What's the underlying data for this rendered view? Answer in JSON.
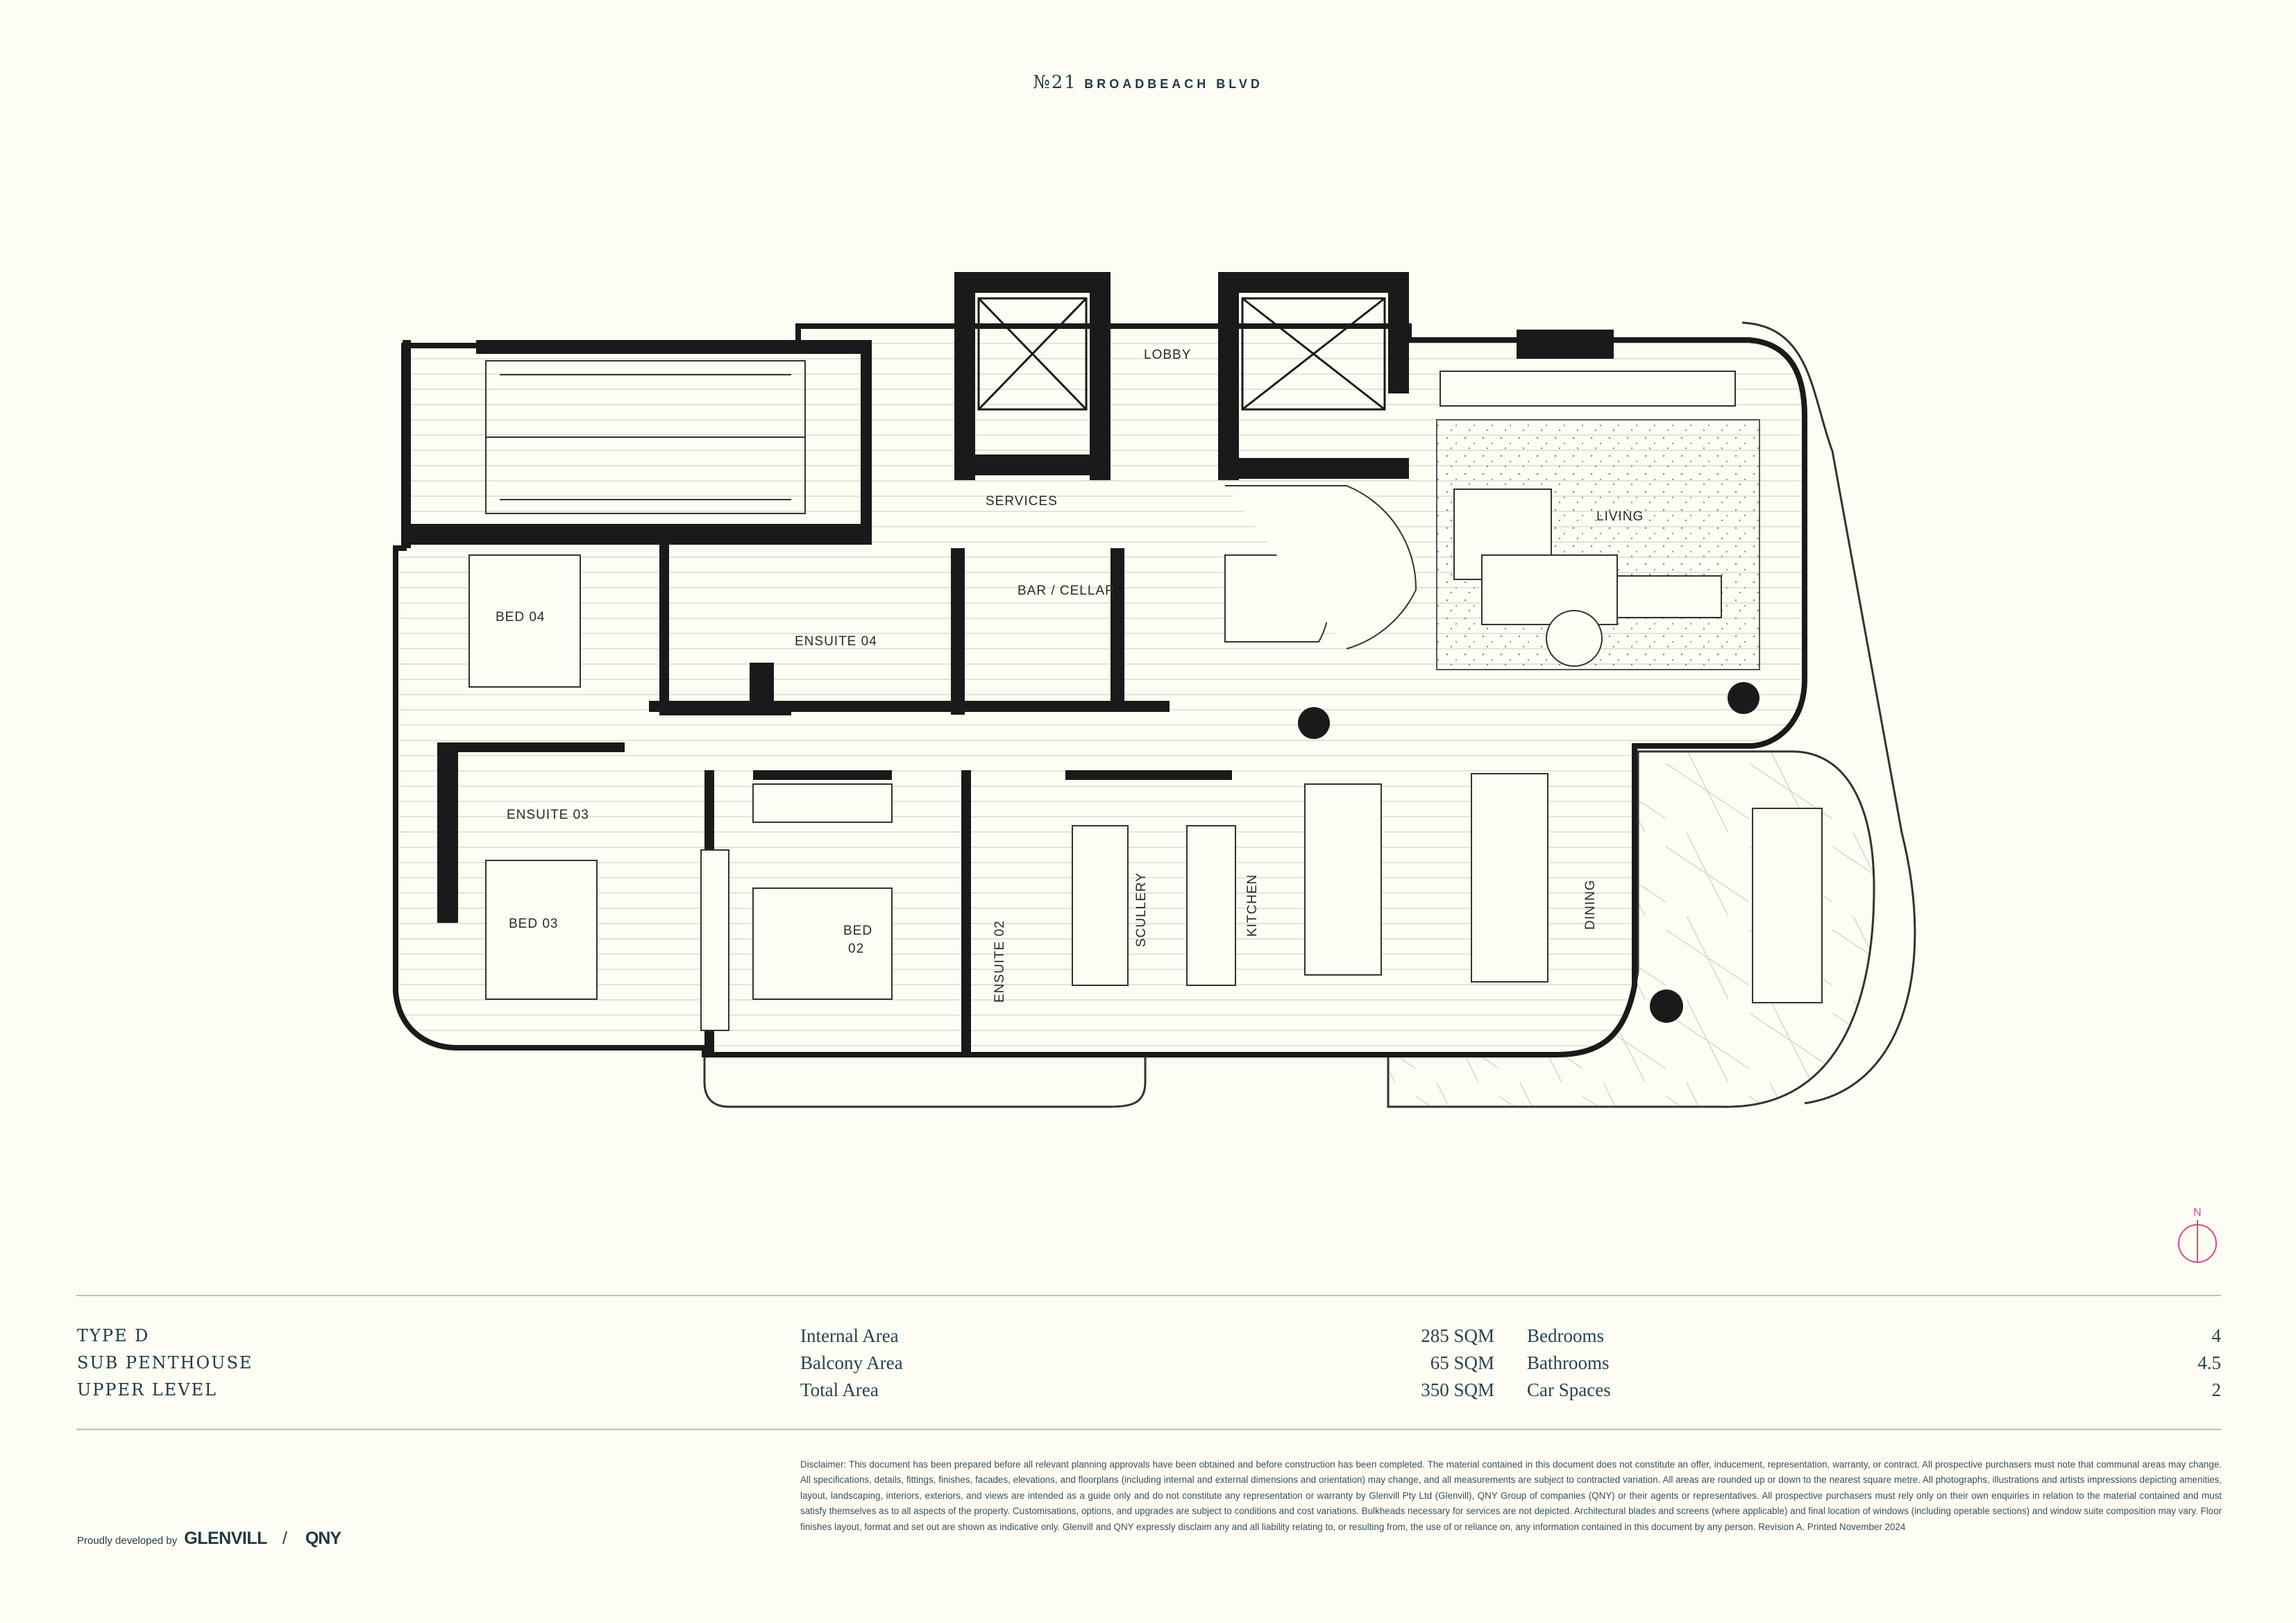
{
  "header": {
    "number": "№21",
    "street": "BROADBEACH BLVD"
  },
  "unit": {
    "type": "TYPE D",
    "category": "SUB PENTHOUSE",
    "level": "UPPER LEVEL"
  },
  "areas": [
    {
      "label": "Internal Area",
      "value": "285 SQM"
    },
    {
      "label": "Balcony Area",
      "value": "65 SQM"
    },
    {
      "label": "Total Area",
      "value": "350 SQM"
    }
  ],
  "features": [
    {
      "label": "Bedrooms",
      "value": "4"
    },
    {
      "label": "Bathrooms",
      "value": "4.5"
    },
    {
      "label": "Car Spaces",
      "value": "2"
    }
  ],
  "rooms": {
    "lobby": "LOBBY",
    "services": "SERVICES",
    "bar_cellar": "BAR / CELLAR",
    "living": "LIVING",
    "bed04": "BED 04",
    "ensuite04": "ENSUITE 04",
    "ensuite03": "ENSUITE 03",
    "bed03": "BED 03",
    "bed02_a": "BED",
    "bed02_b": "02",
    "ensuite02": "ENSUITE 02",
    "scullery": "SCULLERY",
    "kitchen": "KITCHEN",
    "dining": "DINING"
  },
  "north_label": "N",
  "disclaimer": "Disclaimer: This document has been prepared before all relevant planning approvals have been obtained and before construction has been completed. The material contained in this document does not constitute an offer, inducement, representation, warranty, or contract. All prospective purchasers must note that communal areas may change. All specifications, details, fittings, finishes, facades, elevations, and floorplans (including internal and external dimensions and orientation) may change, and all measurements are subject to contracted variation. All areas are rounded up or down to the nearest square metre. All photographs, illustrations and artists impressions depicting amenities, layout, landscaping, interiors, exteriors, and views are intended as a guide only and do not constitute any representation or warranty by Glenvill Pty Ltd (Glenvill), QNY Group of companies (QNY) or their agents or representatives. All prospective purchasers must rely only on their own enquiries in relation to the material contained and must satisfy themselves as to all aspects of the property. Customisations, options, and upgrades are subject to conditions and cost variations. Bulkheads necessary for services are not depicted. Architectural blades and screens (where applicable) and final location of windows (including operable sections) and window suite composition may vary. Floor finishes layout, format and set out are shown as indicative only. Glenvill and QNY expressly disclaim any and all liability relating to, or resulting from, the use of or reliance on, any information contained in this document by any person. Revision A. Printed November 2024",
  "developer": {
    "prefix": "Proudly developed by",
    "name": "GLENVILL",
    "separator": "/",
    "partner": "QNY"
  },
  "colors": {
    "ink": "#1f3a44",
    "wall": "#1a1a1a",
    "accent": "#e0458f",
    "paper": "#fdfdf4"
  }
}
